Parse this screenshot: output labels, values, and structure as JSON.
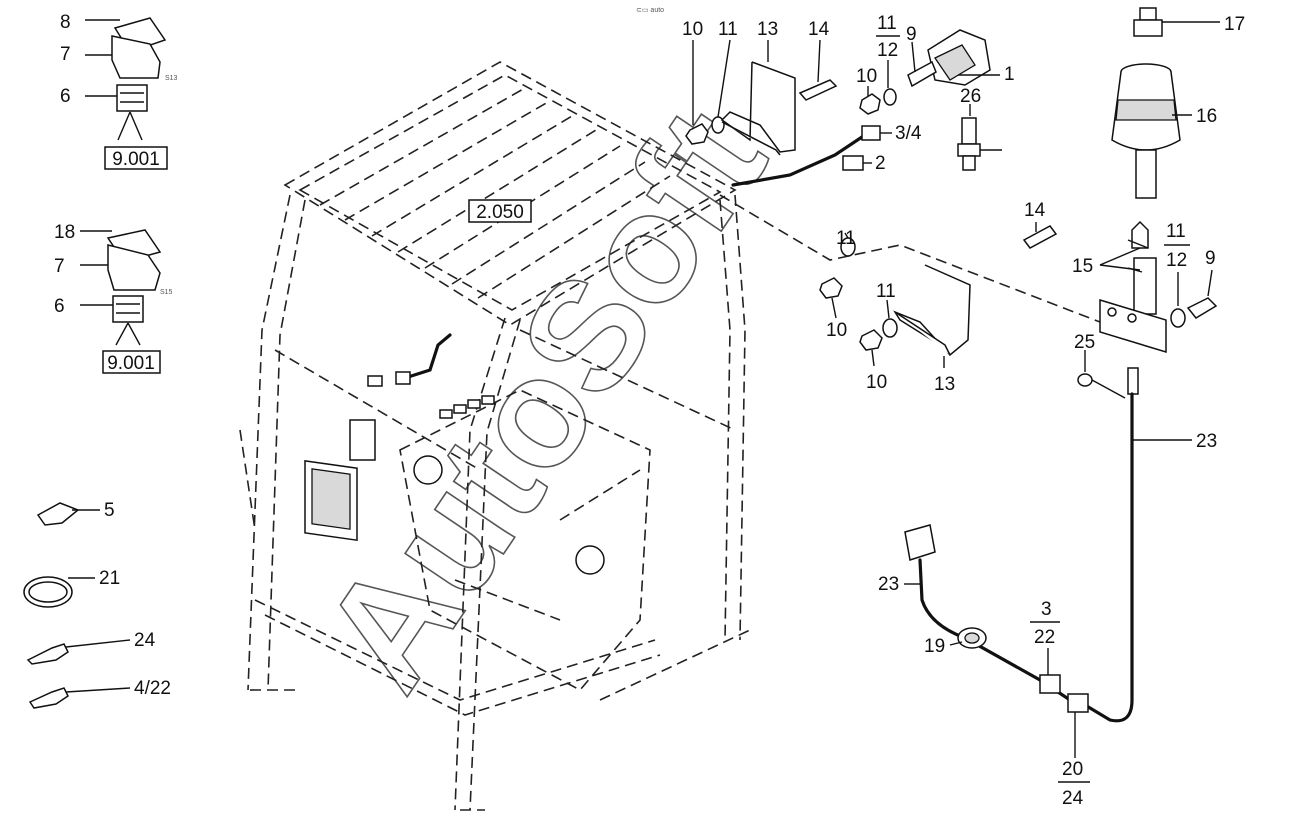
{
  "diagram": {
    "watermark": "AutoSoft",
    "reference_boxes": {
      "ref_a": "9.001",
      "ref_b": "9.001",
      "ref_main": "2.050"
    },
    "micro_labels": {
      "s13": "S13",
      "s15": "S15",
      "top": "⊂▭ auto"
    },
    "callouts": {
      "n8": "8",
      "n7a": "7",
      "n6a": "6",
      "n18": "18",
      "n7b": "7",
      "n6b": "6",
      "n5": "5",
      "n21": "21",
      "n24": "24",
      "n4_22": "4/22",
      "n10a": "10",
      "n11a": "11",
      "n13a": "13",
      "n14a": "14",
      "n11_12a_top": "11",
      "n11_12a_bot": "12",
      "n9a": "9",
      "n1": "1",
      "n10b": "10",
      "n26": "26",
      "n3_4": "3/4",
      "n2": "2",
      "n17": "17",
      "n16": "16",
      "n14b": "14",
      "n11b": "11",
      "n10c": "10",
      "n11c": "11",
      "n10d": "10",
      "n13b": "13",
      "n11_12b_top": "11",
      "n11_12b_bot": "12",
      "n9b": "9",
      "n15": "15",
      "n25": "25",
      "n23a": "23",
      "n23b": "23",
      "n19": "19",
      "n3_22_top": "3",
      "n3_22_bot": "22",
      "n20_24_top": "20",
      "n20_24_bot": "24"
    }
  }
}
